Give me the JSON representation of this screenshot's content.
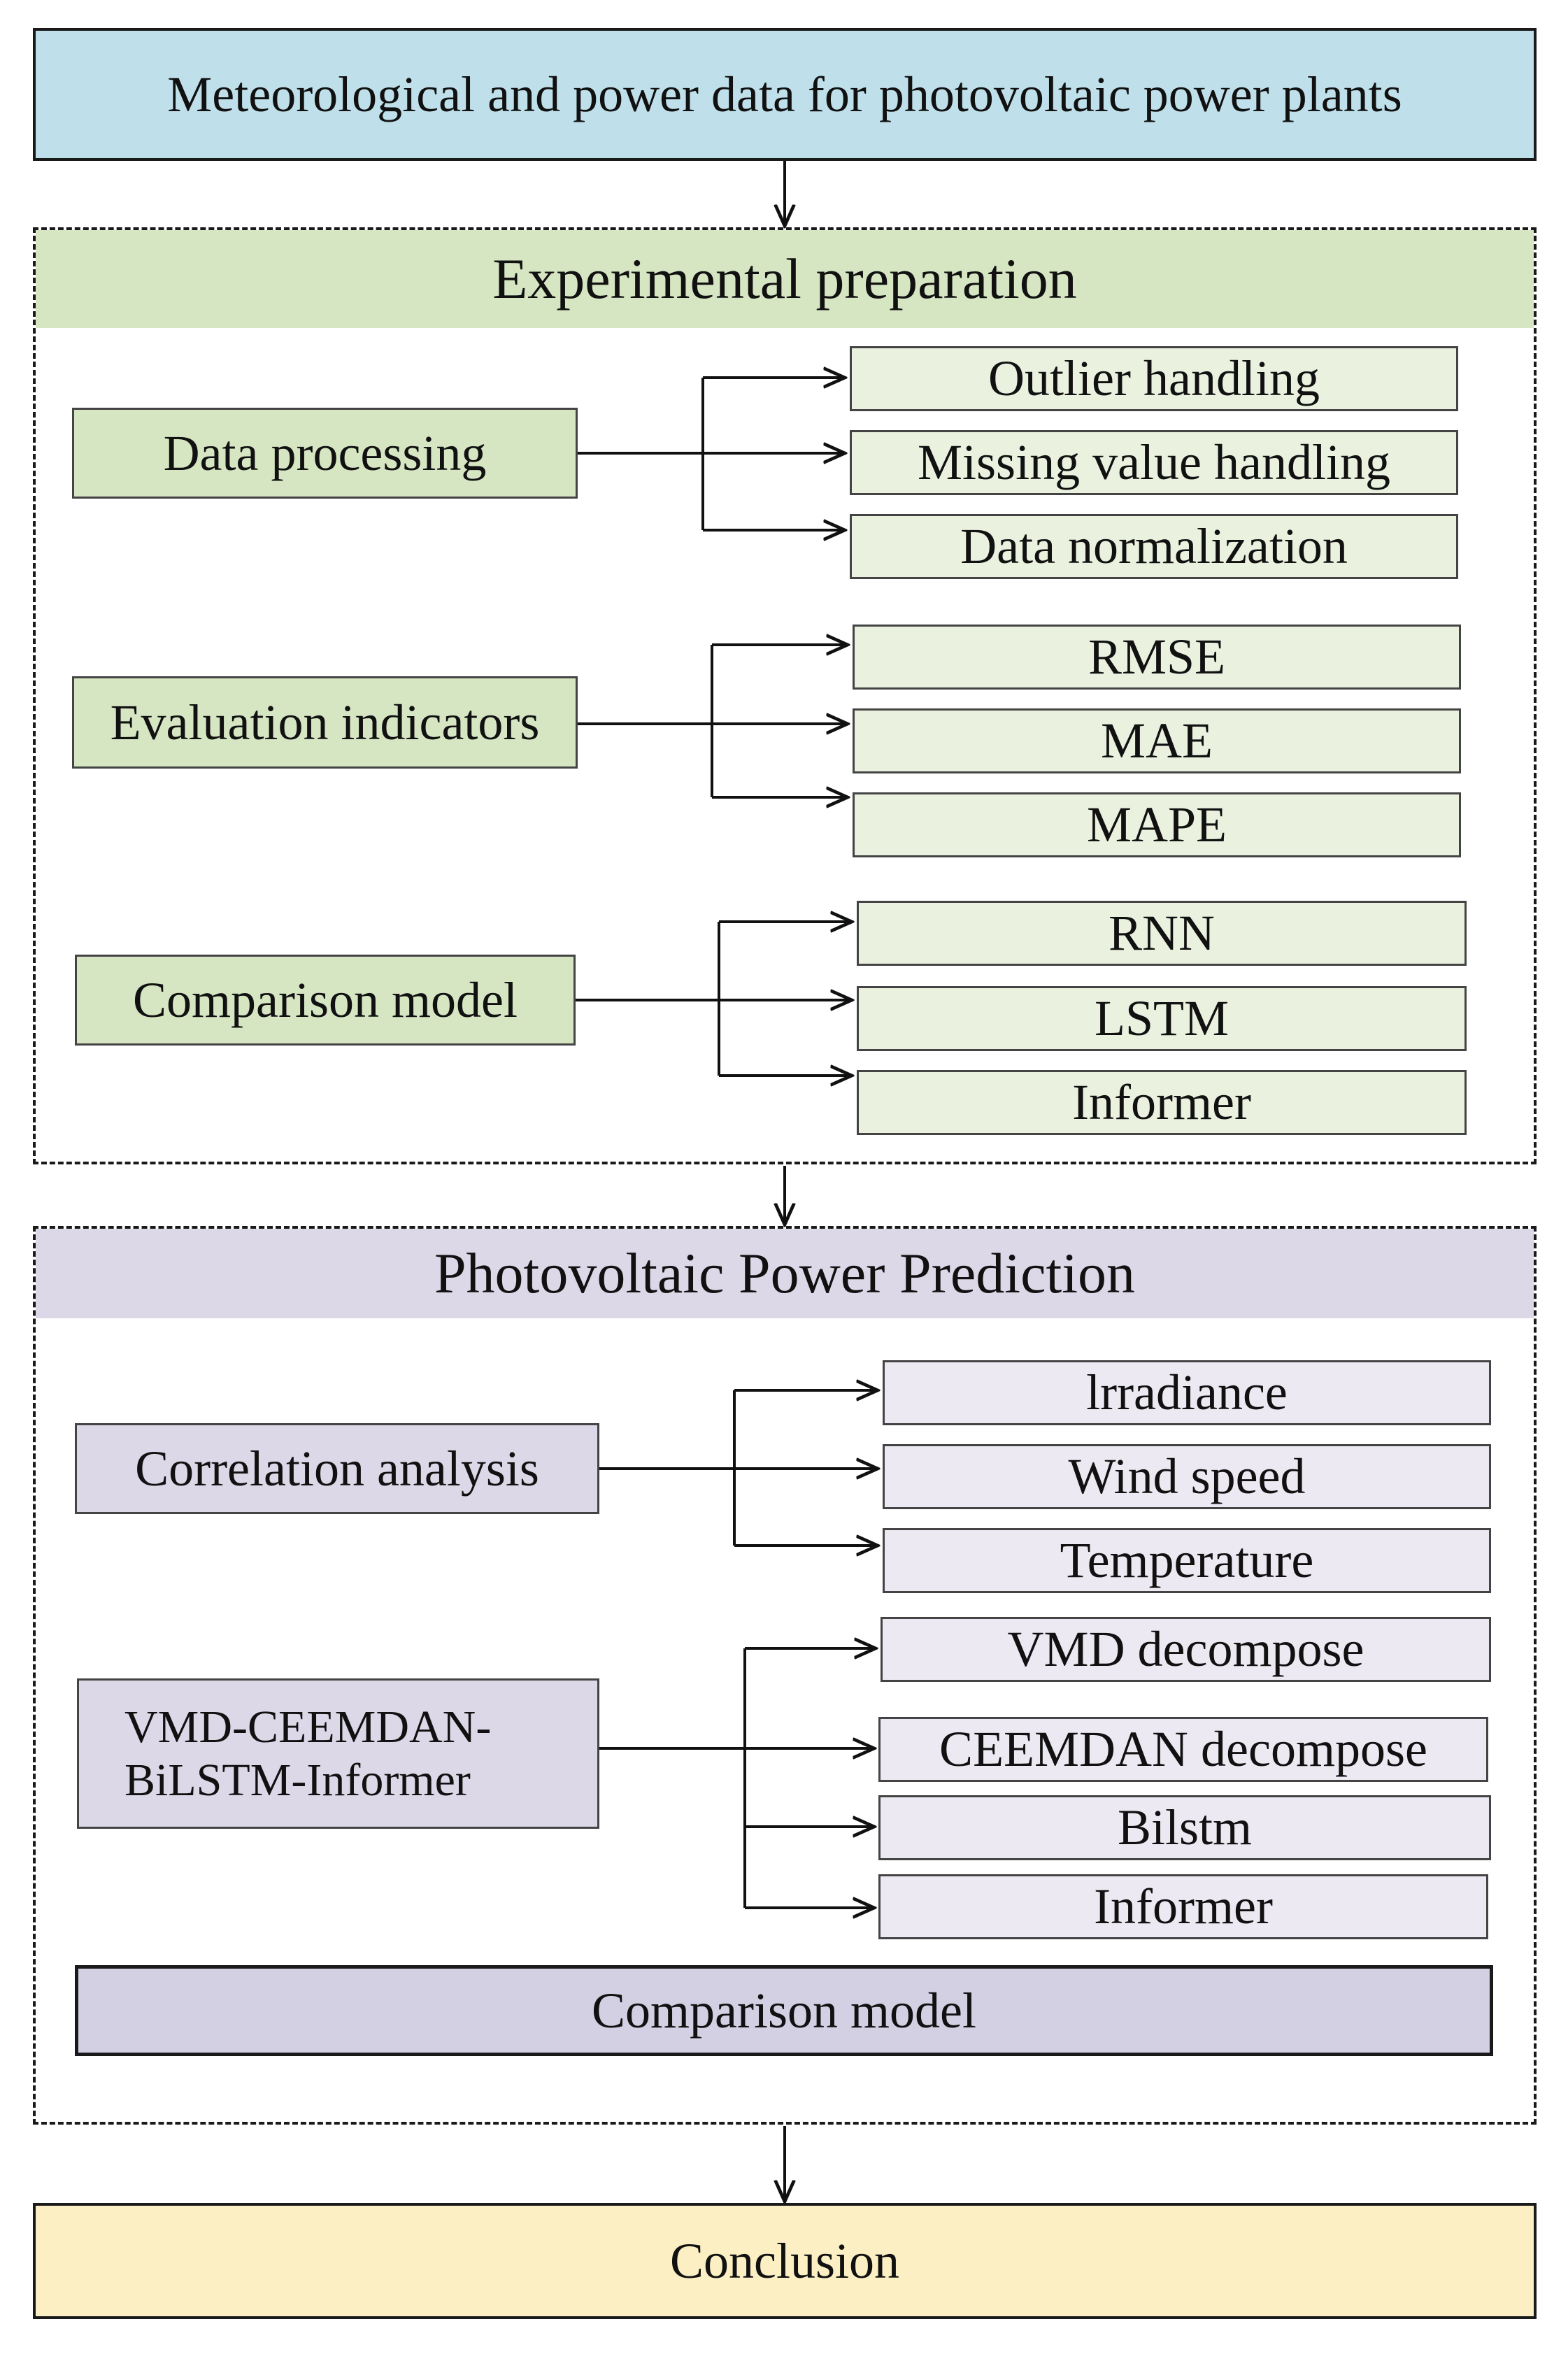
{
  "top_box": "Meteorological and power data for photovoltaic power plants",
  "experimental": {
    "title": "Experimental preparation",
    "data_processing": {
      "label": "Data processing",
      "items": [
        "Outlier handling",
        "Missing value handling",
        "Data normalization"
      ]
    },
    "evaluation_indicators": {
      "label": "Evaluation indicators",
      "items": [
        "RMSE",
        "MAE",
        "MAPE"
      ]
    },
    "comparison_model": {
      "label": "Comparison model",
      "items": [
        "RNN",
        "LSTM",
        "Informer"
      ]
    }
  },
  "prediction": {
    "title": "Photovoltaic Power Prediction",
    "correlation_analysis": {
      "label": "Correlation analysis",
      "items": [
        "lrradiance",
        "Wind speed",
        "Temperature"
      ]
    },
    "hybrid_model": {
      "label_line1": "VMD-CEEMDAN-",
      "label_line2": "BiLSTM-Informer",
      "items": [
        "VMD decompose",
        "CEEMDAN decompose",
        "Bilstm",
        "Informer"
      ]
    },
    "comparison_bar": "Comparison model"
  },
  "conclusion": "Conclusion",
  "colors": {
    "top": "#bfe0ea",
    "experimental_header": "#d6e6c3",
    "experimental_box": "#eaf1df",
    "prediction_header": "#dcd8e8",
    "prediction_box": "#ece9f2",
    "conclusion": "#fcefc4"
  }
}
